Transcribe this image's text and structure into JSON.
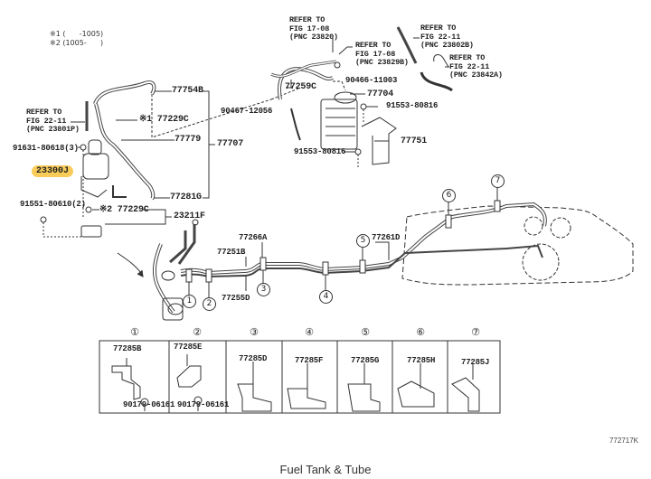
{
  "title": "Fuel Tank & Tube",
  "figure_id": "772717K",
  "notes": {
    "line1": "※1 (      -1005)",
    "line2": "※2 (1005-      )"
  },
  "highlight": {
    "part": "23300J",
    "color": "#f9cc5a"
  },
  "callouts": {
    "p77754B": "77754B",
    "p77229C_1": "※1 77229C",
    "p77779": "77779",
    "p77707": "77707",
    "p77281G": "77281G",
    "p91631": "91631-80618(3)",
    "p91551": "91551-80610(2)",
    "p77229C_2": "※2 77229C",
    "p23211F": "23211F",
    "p90467": "90467-12056",
    "p77259C": "77259C",
    "p90466": "90466-11003",
    "p77704": "77704",
    "p91553_a": "91553-80816",
    "p91553_b": "91553-80816",
    "p77751": "77751",
    "p77266A": "77266A",
    "p77251B": "77251B",
    "p77255D": "77255D",
    "p77261D": "77261D"
  },
  "references": {
    "ref_23801P": "REFER TO\nFIG 22-11\n(PNC 23801P)",
    "ref_23820": "REFER TO\nFIG 17-08\n(PNC 23820)",
    "ref_23829B": "REFER TO\nFIG 17-08\n(PNC 23829B)",
    "ref_23802B": "REFER TO\nFIG 22-11\n(PNC 23802B)",
    "ref_23842A": "REFER TO\nFIG 22-11\n(PNC 23842A)"
  },
  "clamp_markers": [
    "1",
    "2",
    "3",
    "4",
    "5",
    "6",
    "7"
  ],
  "clamp_table": [
    {
      "num": "①",
      "part": "77285B",
      "extra": "90179-06161"
    },
    {
      "num": "②",
      "part": "77285E",
      "extra": "90179-06161"
    },
    {
      "num": "③",
      "part": "77285D",
      "extra": ""
    },
    {
      "num": "④",
      "part": "77285F",
      "extra": ""
    },
    {
      "num": "⑤",
      "part": "77285G",
      "extra": ""
    },
    {
      "num": "⑥",
      "part": "77285H",
      "extra": ""
    },
    {
      "num": "⑦",
      "part": "77285J",
      "extra": ""
    }
  ]
}
